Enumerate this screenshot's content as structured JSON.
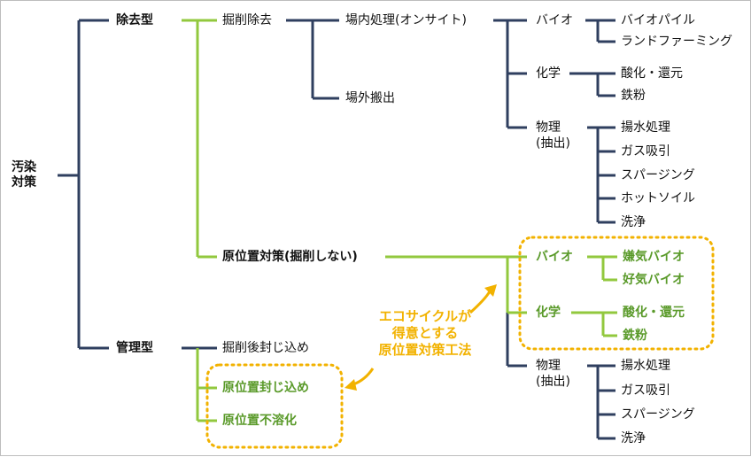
{
  "colors": {
    "navy": "#2f3f5f",
    "green": "#92c83e",
    "green_text": "#5a9a2a",
    "yellow": "#f2b200",
    "text": "#111111"
  },
  "root": "汚染\n対策",
  "removal": {
    "label": "除去型",
    "excavation": "掘削除去",
    "onsite": "場内処理(オンサイト)",
    "offsite": "場外搬出",
    "bio": {
      "label": "バイオ",
      "items": [
        "バイオパイル",
        "ランドファーミング"
      ]
    },
    "chem": {
      "label": "化学",
      "items": [
        "酸化・還元",
        "鉄粉"
      ]
    },
    "phys": {
      "label": "物理\n(抽出)",
      "items": [
        "揚水処理",
        "ガス吸引",
        "スパージング",
        "ホットソイル",
        "洗浄"
      ]
    }
  },
  "insitu": {
    "label": "原位置対策(掘削しない)",
    "bio": {
      "label": "バイオ",
      "items": [
        "嫌気バイオ",
        "好気バイオ"
      ]
    },
    "chem": {
      "label": "化学",
      "items": [
        "酸化・還元",
        "鉄粉"
      ]
    },
    "phys": {
      "label": "物理\n(抽出)",
      "items": [
        "揚水処理",
        "ガス吸引",
        "スパージング",
        "洗浄"
      ]
    }
  },
  "management": {
    "label": "管理型",
    "items": [
      "掘削後封じ込め",
      "原位置封じ込め",
      "原位置不溶化"
    ]
  },
  "callout": "エコサイクルが\n得意とする\n原位置対策工法"
}
